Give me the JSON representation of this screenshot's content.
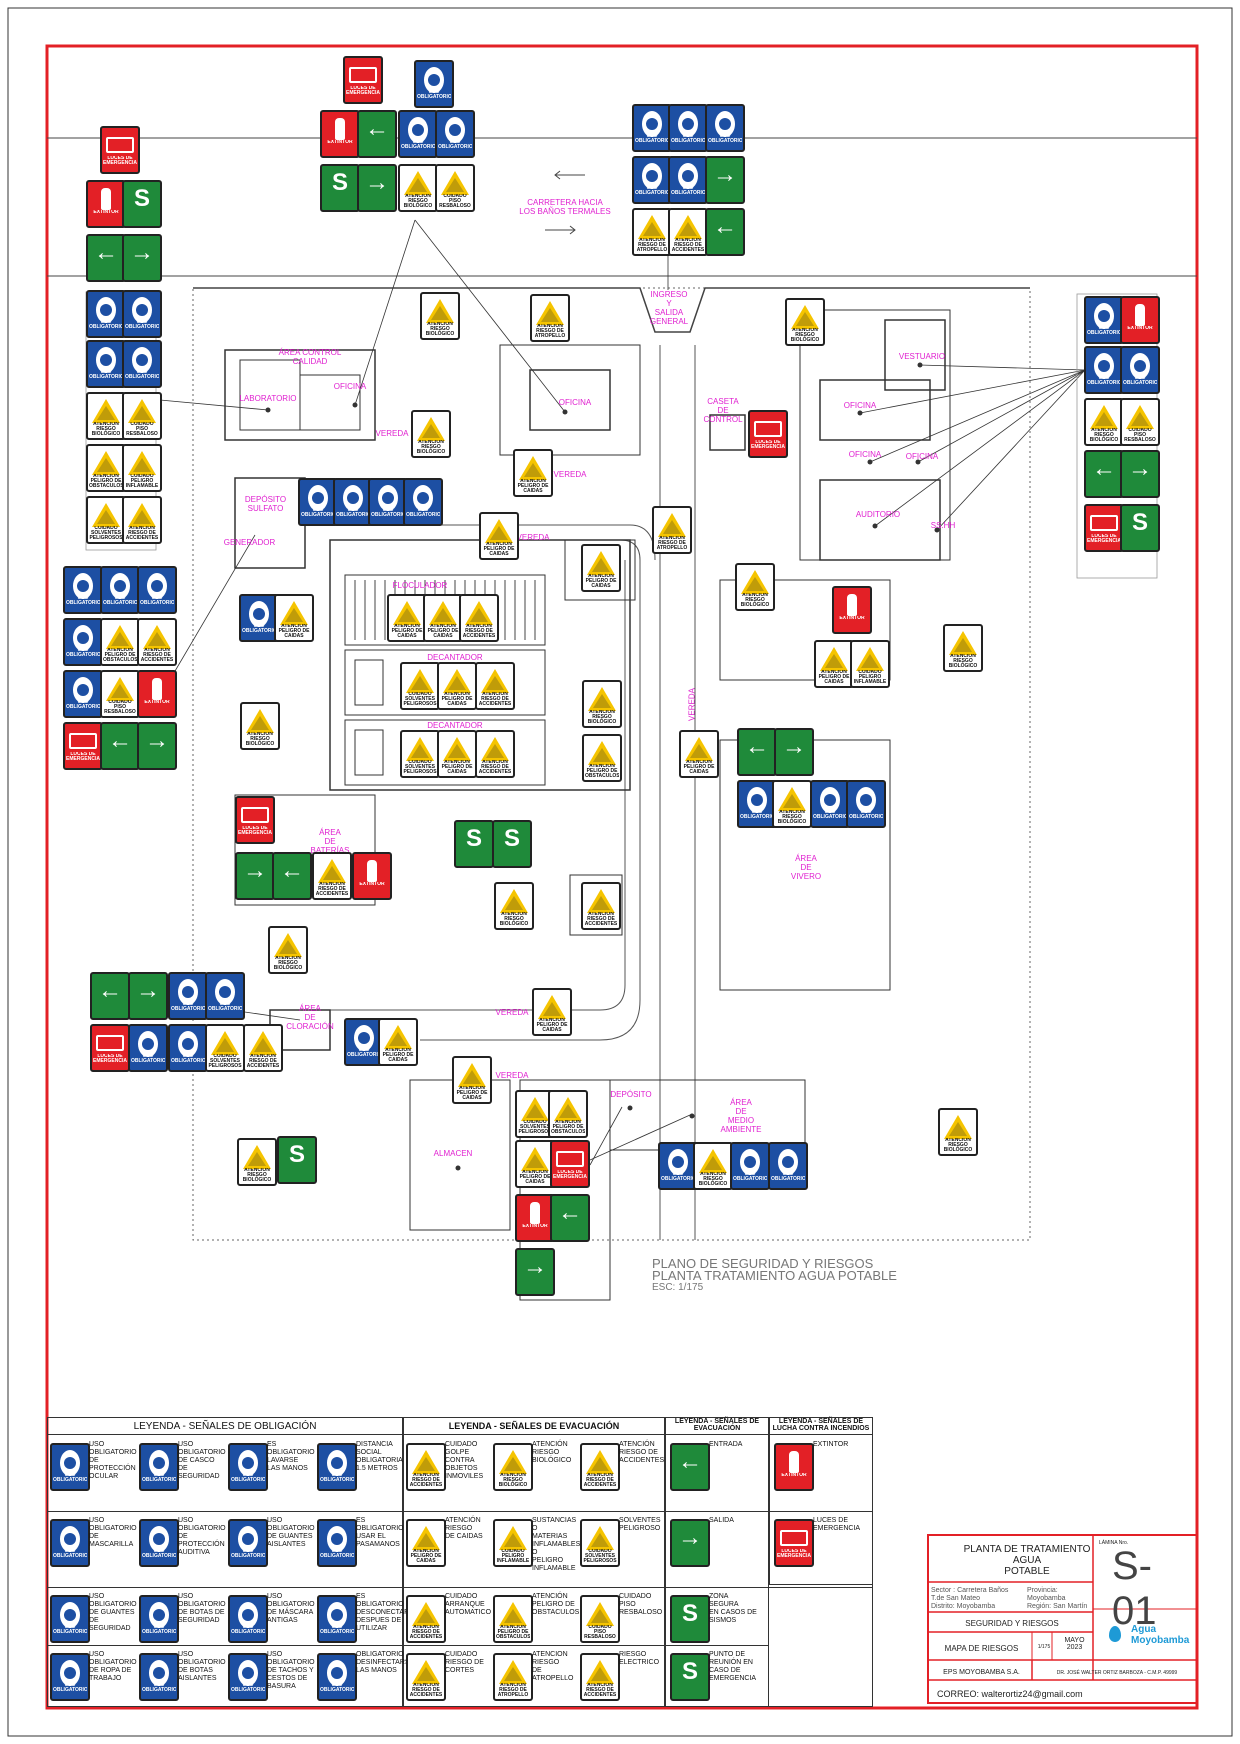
{
  "colors": {
    "frame": "#e32026",
    "label": "#e020d0",
    "blue": "#1d4fa3",
    "yellow": "#f5c400",
    "red": "#e32026",
    "green": "#1f8a3a"
  },
  "road": {
    "top_label": "CARRETERA HACIA\nLOS BAÑOS TERMALES",
    "entry_label": "INGRESO\nY\nSALIDA\nGENERAL"
  },
  "areas": [
    {
      "id": "area-control",
      "text": "ÁREA CONTROL\nCALIDAD"
    },
    {
      "id": "lab",
      "text": "LABORATORIO"
    },
    {
      "id": "oficina1",
      "text": "OFICINA"
    },
    {
      "id": "oficina2",
      "text": "OFICINA"
    },
    {
      "id": "caseta",
      "text": "CASETA\nDE\nCONTROL"
    },
    {
      "id": "vestuario",
      "text": "VESTUARIO"
    },
    {
      "id": "oficina3",
      "text": "OFICINA"
    },
    {
      "id": "oficina4",
      "text": "OFICINA"
    },
    {
      "id": "oficina5",
      "text": "OFICINA"
    },
    {
      "id": "auditorio",
      "text": "AUDITORIO"
    },
    {
      "id": "ssh",
      "text": "SS.HH"
    },
    {
      "id": "vereda1",
      "text": "VEREDA"
    },
    {
      "id": "vereda2",
      "text": "VEREDA"
    },
    {
      "id": "vereda3",
      "text": "VEREDA"
    },
    {
      "id": "vereda4",
      "text": "VEREDA"
    },
    {
      "id": "vereda5",
      "text": "VEREDA"
    },
    {
      "id": "vereda6",
      "text": "VEREDA"
    },
    {
      "id": "deposito-sulfato",
      "text": "DEPÓSITO\nSULFATO"
    },
    {
      "id": "generador",
      "text": "GENERADOR"
    },
    {
      "id": "floculador",
      "text": "FLOCULADOR"
    },
    {
      "id": "decantador1",
      "text": "DECANTADOR"
    },
    {
      "id": "decantador2",
      "text": "DECANTADOR"
    },
    {
      "id": "area-baterias",
      "text": "ÁREA\nDE\nBATERÍAS"
    },
    {
      "id": "area-vivero",
      "text": "ÁREA\nDE\nVIVERO"
    },
    {
      "id": "area-cloracion",
      "text": "ÁREA\nDE\nCLORACIÓN"
    },
    {
      "id": "deposito",
      "text": "DEPÓSITO"
    },
    {
      "id": "area-medio",
      "text": "ÁREA\nDE\nMEDIO\nAMBIENTE"
    },
    {
      "id": "almacen",
      "text": "ALMACEN"
    }
  ],
  "plan_title": {
    "line1": "PLANO DE SEGURIDAD Y RIESGOS",
    "line2": "PLANTA TRATAMIENTO AGUA POTABLE",
    "scale": "ESC: 1/175"
  },
  "sign_texts": {
    "atencion_bio": "ATENCION\nRIESGO\nBIOLÓGICO",
    "atencion_atropello": "ATENCION\nRIESGO DE\nATROPELLO",
    "atencion_caidas": "ATENCION\nPELIGRO DE\nCAIDAS",
    "atencion_obst": "ATENCION\nPELIGRO DE\nOBSTACULOS",
    "atencion_acc": "ATENCION\nRIESGO DE\nACCIDENTES",
    "cuidado_piso": "CUIDADO\nPISO\nRESBALOSO",
    "cuidado_infl": "CUIDADO\nPELIGRO\nINFLAMABLE",
    "cuidado_solv": "CUIDADO\nSOLVENTES\nPELIGROSOS",
    "extintor": "EXTINTOR",
    "luces": "LUCES DE\nEMERGENCIA",
    "uso": "USO\nOBLIGATORIO"
  },
  "legend": {
    "obligacion_title": "LEYENDA - SEÑALES DE OBLIGACIÓN",
    "evac_title": "LEYENDA - SEÑALES DE EVACUACIÓN",
    "evac2_title": "LEYENDA - SEÑALES DE\nEVACUACIÓN",
    "fuego_title": "LEYENDA - SEÑALES DE\nLUCHA CONTRA INCENDIOS",
    "obligacion": [
      "USO\nOBLIGATORIO\nDE\nPROTECCIÓN\nOCULAR",
      "USO\nOBLIGATORIO\nDE CASCO DE\nSEGURIDAD",
      "ES\nOBLIGATORIO\nLAVARSE\nLAS MANOS",
      "DISTANCIA\nSOCIAL\nOBLIGATORIA\n1.5 METROS",
      "USO\nOBLIGATORIO\nDE\nMASCARILLA",
      "USO\nOBLIGATORIO\nDE\nPROTECCIÓN\nAUDITIVA",
      "USO\nOBLIGATORIO\nDE GUANTES\nAISLANTES",
      "ES\nOBLIGATORIO\nUSAR EL\nPASAMANOS",
      "USO\nOBLIGATORIO\nDE GUANTES\nDE SEGURIDAD",
      "USO\nOBLIGATORIO\nDE BOTAS DE\nSEGURIDAD",
      "USO\nOBLIGATORIO\nDE MÁSCARA\nANTIGAS",
      "ES\nOBLIGATORIO\nDESCONECTAR\nDESPUES DE\nUTILIZAR",
      "USO\nOBLIGATORIO\nDE ROPA DE\nTRABAJO",
      "USO\nOBLIGATORIO\nDE BOTAS\nAISLANTES",
      "USO\nOBLIGATORIO\nDE TACHOS Y\nCESTOS DE\nBASURA",
      "OBLIGATORIO\nDESINFECTARSE\nLAS MANOS"
    ],
    "advertencia": [
      "CUIDADO\nGOLPE CONTRA\nOBJETOS\nINMOVILES",
      "ATENCIÓN\nRIESGO\nBIOLÓGICO",
      "ATENCIÓN\nRIESGO DE\nACCIDENTES",
      "ATENCIÓN\nRIESGO\nDE CAIDAS",
      "SUSTANCIAS O\nMATERIAS\nINFLAMABLES O\nPELIGRO\nINFLAMABLE",
      "SOLVENTES\nPELIGROSO",
      "CUIDADO\nARRANQUE\nAUTOMATICO",
      "ATENCIÓN\nPELIGRO DE\nOBSTACULOS",
      "CUIDADO PISO\nRESBALOSO",
      "CUIDADO\nRIESGO DE\nCORTES",
      "ATENCION RIESGO\nDE ATROPELLO",
      "RIESGO\nELECTRICO"
    ],
    "evacuacion": [
      "ENTRADA",
      "SALIDA",
      "ZONA\nSEGURA\nEN CASOS DE\nSISMOS",
      "PUNTO DE\nREUNIÓN EN\nCASO DE\nEMERGENCIA"
    ],
    "incendios": [
      "EXTINTOR",
      "LUCES DE\nEMERGENCIA"
    ]
  },
  "title_block": {
    "project": "PLANTA DE TRATAMIENTO AGUA\nPOTABLE",
    "lamina_label": "LÁMINA Nro.",
    "sheet": "S-01",
    "sector": "Sector : Carretera Baños\nT.de San Mateo\nDistrito: Moyobamba",
    "provincia": "Provincia: Moyobamba\nRegión: San Martín",
    "subject": "SEGURIDAD Y RIESGOS",
    "map": "MAPA DE RIESGOS",
    "scale": "1/175",
    "date": "MAYO\n2023",
    "owner": "EPS MOYOBAMBA S.A.",
    "engineer": "DR. JOSÉ WALTER ORTIZ BARBOZA   - C.M.P. 49999",
    "email": "CORREO: walterortiz24@gmail.com",
    "logo_text": "Agua\nMoyobamba"
  }
}
